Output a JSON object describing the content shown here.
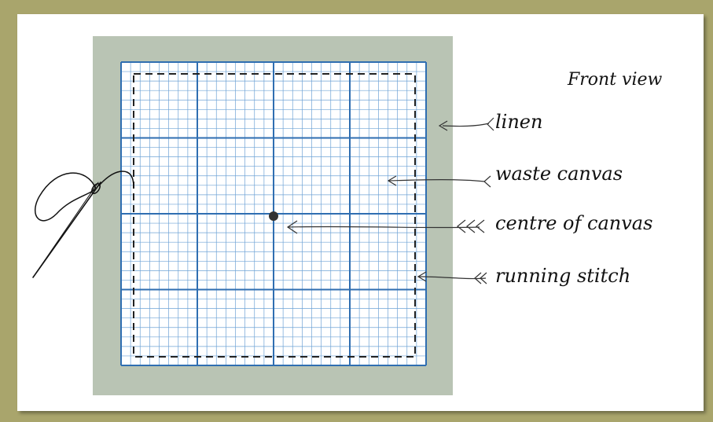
{
  "title": "Front view",
  "labels": {
    "linen": "linen",
    "waste_canvas": "waste canvas",
    "centre": "centre of canvas",
    "stitch": "running stitch"
  },
  "colors": {
    "frame": "#a9a56c",
    "linen": "#b9c4b4",
    "canvas": "#ffffff",
    "major_grid": "#2f6eb1",
    "minor_grid": "#6fa3d6",
    "stitch": "#222222"
  },
  "grid": {
    "major_cells": 4,
    "minor_per_major": 8
  },
  "icons": [
    "needle-and-thread-icon",
    "arrow-icon",
    "centre-dot-icon"
  ]
}
